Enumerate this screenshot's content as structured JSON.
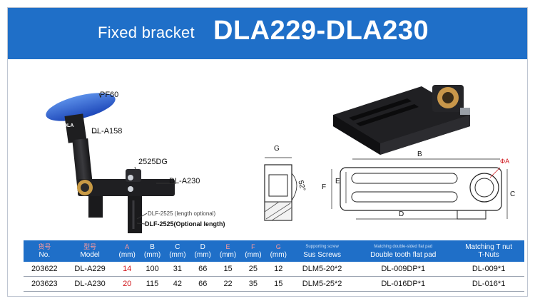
{
  "banner": {
    "subtitle": "Fixed bracket",
    "title": "DLA229-DLA230"
  },
  "photo_labels": {
    "pf60": "PF60",
    "dl_a158": "DL-A158",
    "c2525dg": "2525DG",
    "dl_a230": "DL-A230",
    "dlf_length_optional": "DLF-2525 (length optional)",
    "dlf_optional_length": "DLF-2525(Optional length)",
    "brand_mark": "DLA"
  },
  "drawing_labels": {
    "g": "G",
    "angle": "52°",
    "b": "B",
    "e": "E",
    "f": "F",
    "d": "D",
    "c": "C",
    "phi_a": "ΦA"
  },
  "table": {
    "headers": [
      {
        "zh": "货号",
        "en": "No."
      },
      {
        "zh": "型号",
        "en": "Model"
      },
      {
        "zh": "A",
        "en": "(mm)"
      },
      {
        "zh": "B",
        "en": "(mm)"
      },
      {
        "zh": "C",
        "en": "(mm)"
      },
      {
        "zh": "D",
        "en": "(mm)"
      },
      {
        "zh": "E",
        "en": "(mm)"
      },
      {
        "zh": "F",
        "en": "(mm)"
      },
      {
        "zh": "G",
        "en": "(mm)"
      },
      {
        "zh": "Supporting screw",
        "en": "Sus Screws"
      },
      {
        "zh": "Matching double-sided flat pad",
        "en": "Double tooth flat pad"
      },
      {
        "zh": "Matching T nut",
        "en": "T-Nuts"
      }
    ],
    "rows": [
      {
        "no": "203622",
        "model": "DL-A229",
        "a": "14",
        "b": "100",
        "c": "31",
        "d": "66",
        "e": "15",
        "f": "25",
        "g": "12",
        "screws": "DLM5-20*2",
        "pad": "DL-009DP*1",
        "tnut": "DL-009*1"
      },
      {
        "no": "203623",
        "model": "DL-A230",
        "a": "20",
        "b": "115",
        "c": "42",
        "d": "66",
        "e": "22",
        "f": "35",
        "g": "15",
        "screws": "DLM5-25*2",
        "pad": "DL-016DP*1",
        "tnut": "DL-016*1"
      }
    ]
  },
  "colors": {
    "accent": "#1f6fc8",
    "highlight": "#d0141a"
  }
}
